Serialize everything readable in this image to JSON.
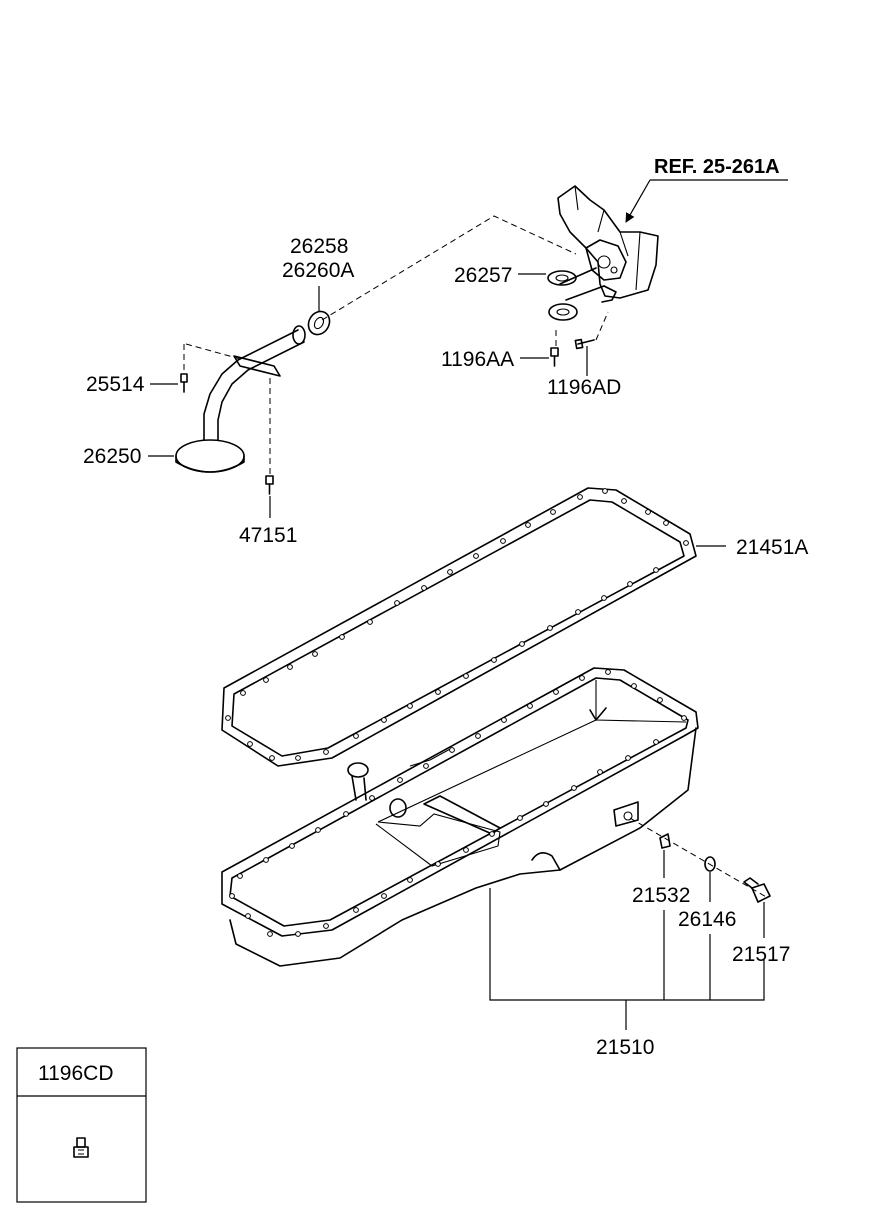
{
  "reference": {
    "label": "REF. 25-261A"
  },
  "parts": {
    "p26258": "26258",
    "p26260A": "26260A",
    "p26257": "26257",
    "p1196AA": "1196AA",
    "p1196AD": "1196AD",
    "p25514": "25514",
    "p26250": "26250",
    "p47151": "47151",
    "p21451A": "21451A",
    "p21532": "21532",
    "p26146": "26146",
    "p21517": "21517",
    "p21510": "21510"
  },
  "legend_box": {
    "code": "1196CD",
    "icon": "bolt-icon"
  }
}
